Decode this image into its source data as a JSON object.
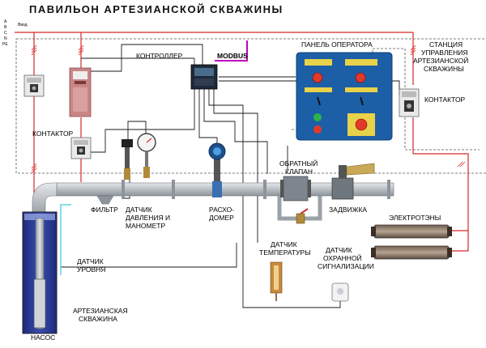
{
  "title": "ПАВИЛЬОН АРТЕЗИАНСКОЙ СКВАЖИНЫ",
  "bus": {
    "lines": [
      "A",
      "B",
      "C",
      "N",
      "PE"
    ],
    "input": "Ввод"
  },
  "labels": {
    "controller": "КОНТРОЛЛЕР",
    "modbus": "MODBUS",
    "operator_panel": "ПАНЕЛЬ ОПЕРАТОРА",
    "station": [
      "СТАНЦИЯ",
      "УПРАВЛЕНИЯ",
      "АРТЕЗИАНСКОЙ",
      "СКВАЖИНЫ"
    ],
    "contactor_right": "КОНТАКТОР",
    "contactor_left": "КОНТАКТОР",
    "check_valve": [
      "ОБРАТНЫЙ",
      "КЛАПАН"
    ],
    "gate_valve": "ЗАДВИЖКА",
    "heaters": "ЭЛЕКТРОТЭНЫ",
    "filter": "ФИЛЬТР",
    "pressure_sensor": [
      "ДАТЧИК",
      "ДАВЛЕНИЯ И",
      "МАНОМЕТР"
    ],
    "flowmeter": [
      "РАСХО-",
      "ДОМЕР"
    ],
    "level_sensor": [
      "ДАТЧИК",
      "УРОВНЯ"
    ],
    "temp_sensor": [
      "ДАТЧИК",
      "ТЕМПЕРАТУРЫ"
    ],
    "alarm_sensor": [
      "ДАТЧИК",
      "ОХРАННОЙ",
      "СИГНАЛИЗАЦИИ"
    ],
    "well": [
      "АРТЕЗИАНСКАЯ",
      "СКВАЖИНА"
    ],
    "pump": "НАСОС"
  },
  "colors": {
    "power_line": "#d62828",
    "signal_line": "#1a1a1a",
    "modbus": "#c000c0",
    "pipe": "#b9c0c6",
    "water": "#2c3a93",
    "panel": "#1d5fa6",
    "vfd": "#c98585",
    "heater": "#8a7868"
  }
}
